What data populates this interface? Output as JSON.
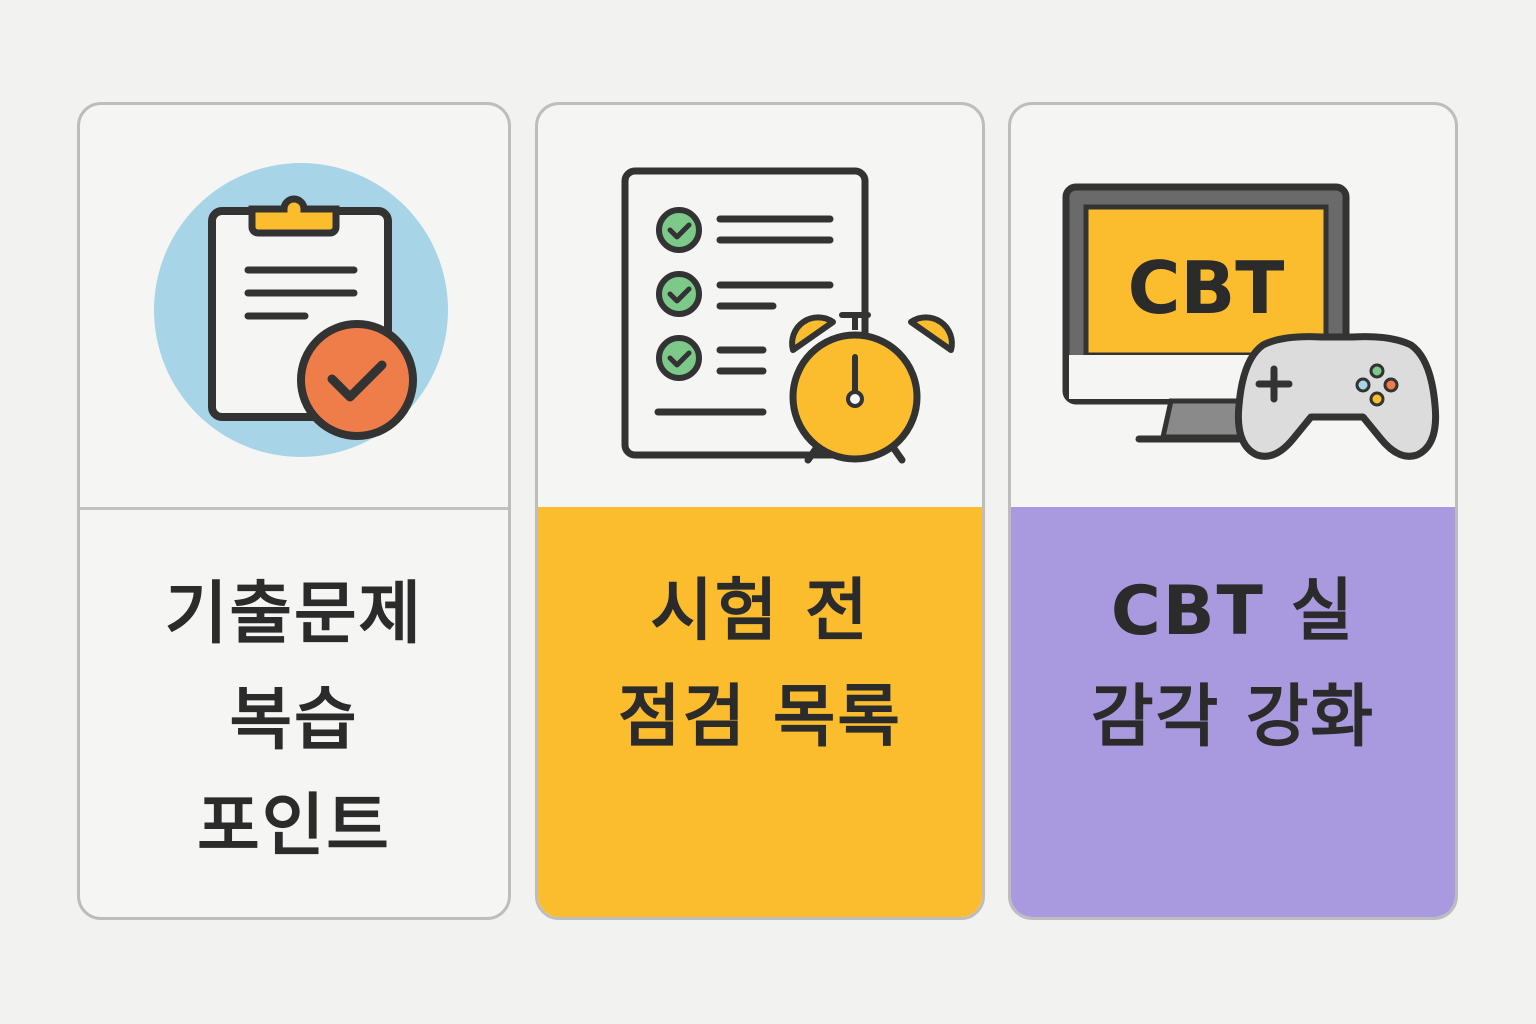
{
  "cards": [
    {
      "lines": [
        "기출문제",
        "복습",
        "포인트"
      ],
      "icon": "clipboard-check-icon",
      "background": "#f5f5f4"
    },
    {
      "lines": [
        "시험 전",
        "점검 목록"
      ],
      "icon": "checklist-alarm-clock-icon",
      "background": "#fbbd2e"
    },
    {
      "lines": [
        "CBT 실",
        "감각 강화"
      ],
      "icon": "monitor-gamepad-icon",
      "background": "#a99ae0",
      "screen_text": "CBT"
    }
  ],
  "colors": {
    "outline": "#333333",
    "yellow": "#fbbd2e",
    "purple": "#a99ae0",
    "sky": "#a8d4e8",
    "orange": "#ef7d4a",
    "green": "#7cc98a"
  }
}
